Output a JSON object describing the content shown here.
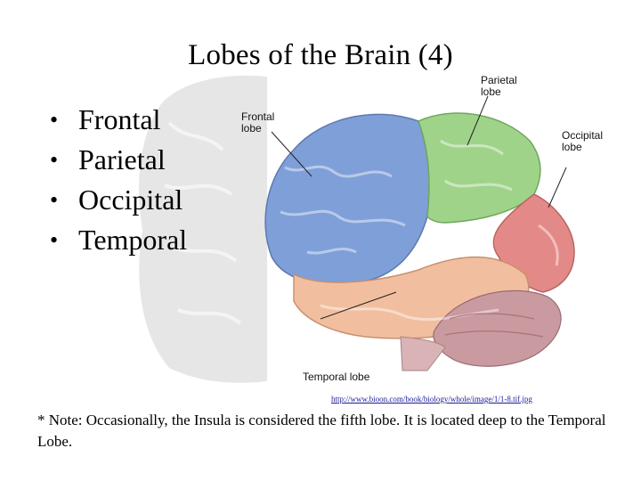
{
  "slide": {
    "title": "Lobes of the Brain (4)",
    "bullets": [
      {
        "marker": "•",
        "text": "Frontal"
      },
      {
        "marker": "•",
        "text": "Parietal"
      },
      {
        "marker": "•",
        "text": "Occipital"
      },
      {
        "marker": "•",
        "text": "Temporal"
      }
    ],
    "diagram_labels": {
      "frontal": "Frontal\nlobe",
      "parietal": "Parietal\nlobe",
      "occipital": "Occipital\nlobe",
      "temporal": "Temporal lobe"
    },
    "source_link": "http://www.bioon.com/book/biology/whole/image/1/1-8.tif.jpg",
    "note": "* Note: Occasionally, the Insula is considered the fifth lobe. It is located deep to the Temporal Lobe."
  },
  "colors": {
    "frontal": "#7f9fd8",
    "parietal": "#9fd38a",
    "occipital": "#e38a88",
    "temporal": "#f1bfa0",
    "cerebellum": "#c99aa0",
    "background_brain": "#e4e4e4"
  }
}
